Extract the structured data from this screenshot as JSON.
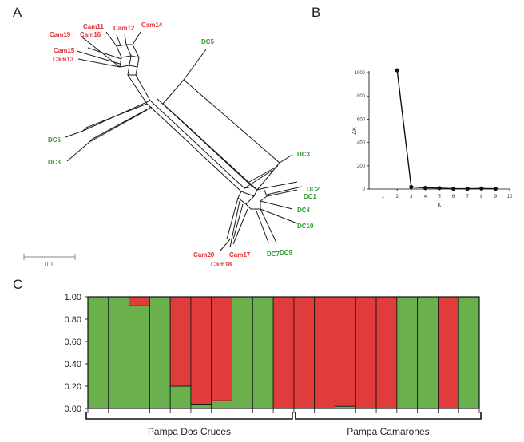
{
  "panels": {
    "a": "A",
    "b": "B",
    "c": "C"
  },
  "network": {
    "scale_label": "0.1",
    "red_color": "#e03030",
    "green_color": "#2f9a2f",
    "labels": [
      {
        "id": "cam11",
        "text": "Cam11",
        "group": "red"
      },
      {
        "id": "cam16",
        "text": "Cam16",
        "group": "red"
      },
      {
        "id": "cam12",
        "text": "Cam12",
        "group": "red"
      },
      {
        "id": "cam14",
        "text": "Cam14",
        "group": "red"
      },
      {
        "id": "cam19",
        "text": "Cam19",
        "group": "red"
      },
      {
        "id": "cam15",
        "text": "Cam15",
        "group": "red"
      },
      {
        "id": "cam13",
        "text": "Cam13",
        "group": "red"
      },
      {
        "id": "dc5",
        "text": "DC5",
        "group": "green"
      },
      {
        "id": "dc6",
        "text": "DC6",
        "group": "green"
      },
      {
        "id": "dc8",
        "text": "DC8",
        "group": "green"
      },
      {
        "id": "dc3",
        "text": "DC3",
        "group": "green"
      },
      {
        "id": "dc2",
        "text": "DC2",
        "group": "green"
      },
      {
        "id": "dc1",
        "text": "DC1",
        "group": "green"
      },
      {
        "id": "dc4",
        "text": "DC4",
        "group": "green"
      },
      {
        "id": "dc10",
        "text": "DC10",
        "group": "green"
      },
      {
        "id": "dc7",
        "text": "DC7",
        "group": "green"
      },
      {
        "id": "dc9",
        "text": "DC9",
        "group": "green"
      },
      {
        "id": "cam20",
        "text": "Cam20",
        "group": "red"
      },
      {
        "id": "cam17",
        "text": "Cam17",
        "group": "red"
      },
      {
        "id": "cam18",
        "text": "Cam18",
        "group": "red"
      }
    ]
  },
  "chart_data": [
    {
      "type": "line",
      "xlabel": "K",
      "ylabel": "ΔK",
      "xlim": [
        0,
        10
      ],
      "ylim": [
        0,
        1000
      ],
      "x_ticks": [
        1,
        2,
        3,
        4,
        5,
        6,
        7,
        8,
        9,
        10
      ],
      "y_ticks": [
        0,
        200,
        400,
        600,
        800,
        1000
      ],
      "x": [
        2,
        3,
        4,
        5,
        6,
        7,
        8,
        9
      ],
      "y": [
        1020,
        18,
        10,
        8,
        3,
        3,
        5,
        3
      ]
    },
    {
      "type": "bar",
      "stacked": true,
      "ylim": [
        0,
        1
      ],
      "y_ticks": [
        "0.00",
        "0.20",
        "0.40",
        "0.60",
        "0.80",
        "1.00"
      ],
      "colors": {
        "green": "#6ab04c",
        "red": "#e03c3c"
      },
      "series": [
        {
          "color_key": "green",
          "values": [
            1,
            1,
            0.92,
            1,
            0.2,
            0.04,
            0.07,
            1,
            1,
            0,
            0,
            0,
            0.02,
            0,
            0,
            1,
            1,
            0,
            1
          ]
        },
        {
          "color_key": "red",
          "values": [
            0,
            0,
            0.08,
            0,
            0.8,
            0.96,
            0.93,
            0,
            0,
            1,
            1,
            1,
            0.98,
            1,
            1,
            0,
            0,
            1,
            0
          ]
        }
      ],
      "groups": [
        {
          "label": "Pampa Dos Cruces",
          "count": 10
        },
        {
          "label": "Pampa Camarones",
          "count": 9
        }
      ]
    }
  ]
}
